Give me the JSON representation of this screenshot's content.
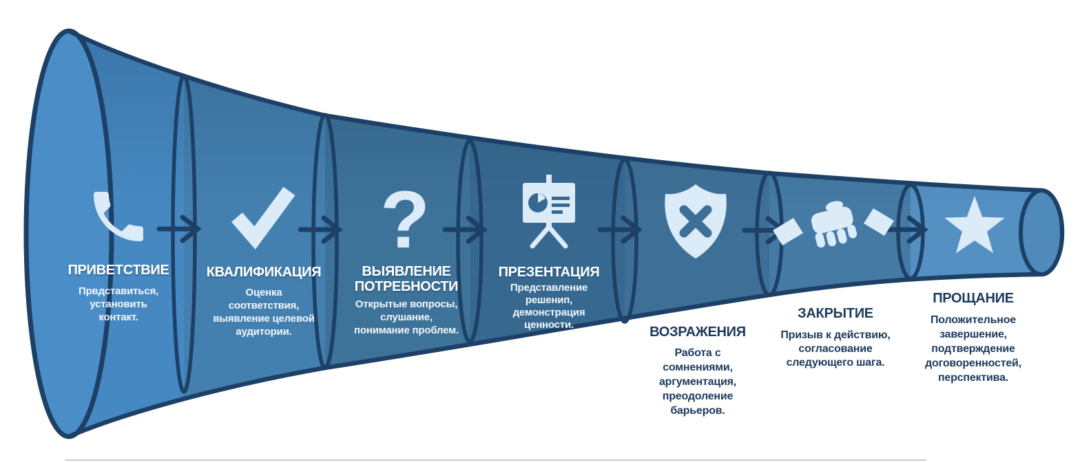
{
  "diagram_type": "horizontal-sales-funnel",
  "stages": [
    {
      "icon": "phone-icon",
      "title_lines": [
        "ПРИВЕТСТВИЕ"
      ],
      "body_lines": [
        "Првдставиться,",
        "установить",
        "контакт."
      ]
    },
    {
      "icon": "checkmark-icon",
      "title_lines": [
        "КВАЛИФИКАЦИЯ"
      ],
      "body_lines": [
        "Оценка",
        "соответствия,",
        "выявление целевой",
        "аудитории."
      ]
    },
    {
      "icon": "question-mark-icon",
      "glyph": "?",
      "title_lines": [
        "ВЫЯВЛЕНИЕ",
        "ПОТРЕБНОСТИ"
      ],
      "body_lines": [
        "Открытые вопросы,",
        "слушание,",
        "понимание проблем."
      ]
    },
    {
      "icon": "presentation-icon",
      "title_lines": [
        "ПРЕЗЕНТАЦИЯ"
      ],
      "body_lines": [
        "Представление",
        "решенип,",
        "демонстрация",
        "ценности."
      ]
    },
    {
      "icon": "shield-x-icon",
      "title_lines": [
        "ВОЗРАЖЕНИЯ"
      ],
      "body_lines": [
        "Работа с",
        "сомнениями,",
        "аргументация,",
        "преодоление",
        "барьеров."
      ]
    },
    {
      "icon": "handshake-icon",
      "title_lines": [
        "ЗАКРЫТИЕ"
      ],
      "body_lines": [
        "Призыв к действию,",
        "согласование",
        "следующего шага."
      ]
    },
    {
      "icon": "star-icon",
      "title_lines": [
        "ПРОЩАНИЕ"
      ],
      "body_lines": [
        "Положительное",
        "завершение,",
        "подтверждение",
        "договоренностей,",
        "перспектива."
      ]
    }
  ],
  "colors": {
    "outline": "#1d4066",
    "icon": "#dcebf8",
    "text_inside": "#ffffff",
    "text_outside": "#1c3a5c",
    "segment_fills": [
      "#4689c2",
      "#4480af",
      "#3d7299",
      "#376990",
      "#3e7097",
      "#447aa4",
      "#5490c2"
    ],
    "mouth_fill": "#4a8dc7",
    "end_cap_fill": "#4f8abb"
  }
}
